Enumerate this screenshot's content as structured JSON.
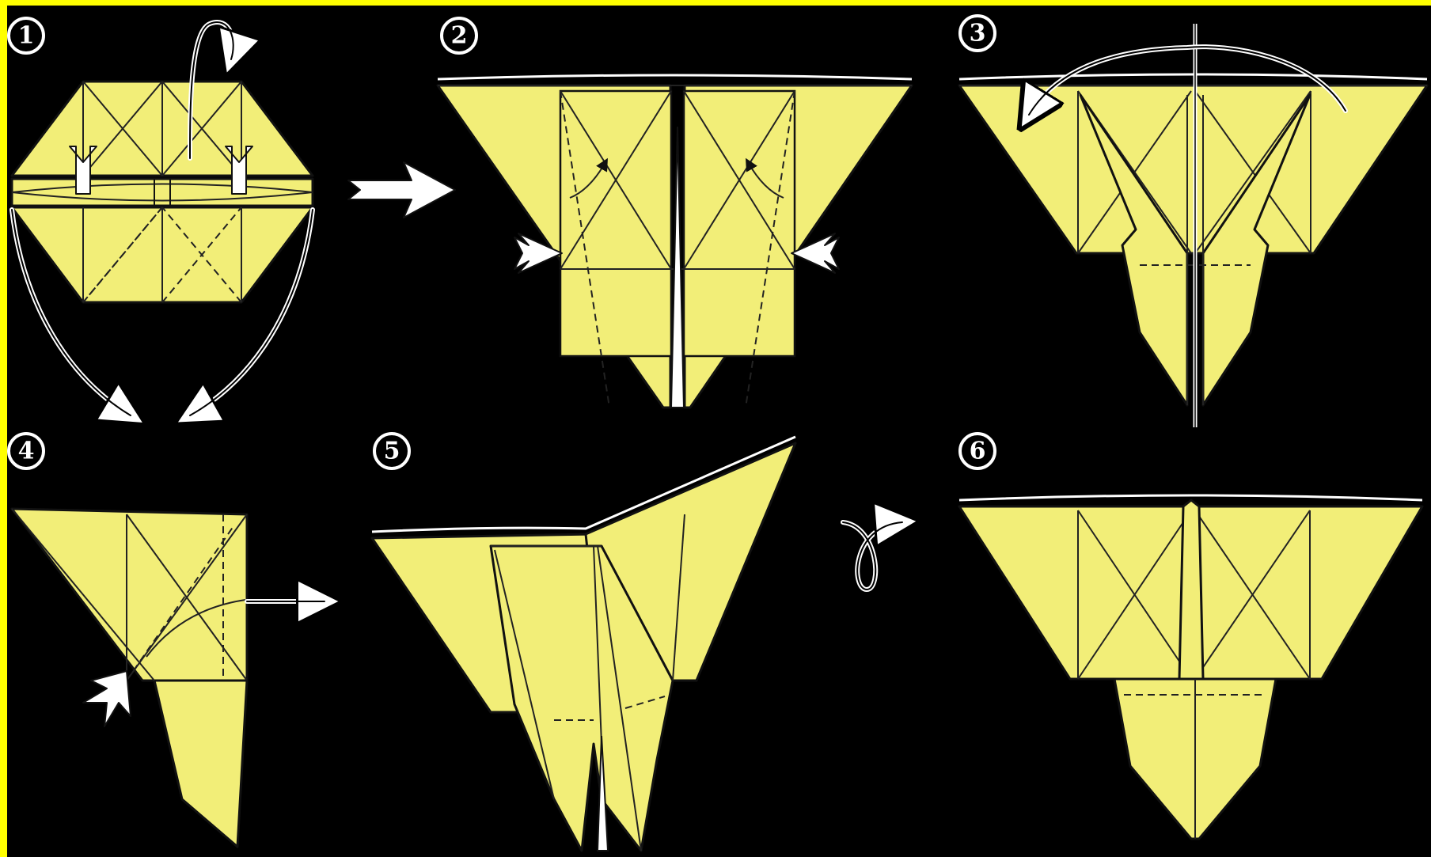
{
  "colors": {
    "background": "#000000",
    "border": "#ffff00",
    "paper": "#f2ee78",
    "lines": "#111111",
    "arrows": "#ffffff"
  },
  "steps": [
    {
      "number": "1"
    },
    {
      "number": "2"
    },
    {
      "number": "3"
    },
    {
      "number": "4"
    },
    {
      "number": "5"
    },
    {
      "number": "6"
    }
  ],
  "icons": {
    "next": "white-right-arrow-icon",
    "turn_over": "turn-over-loop-icon",
    "push": "push-in-arrow-icon"
  }
}
